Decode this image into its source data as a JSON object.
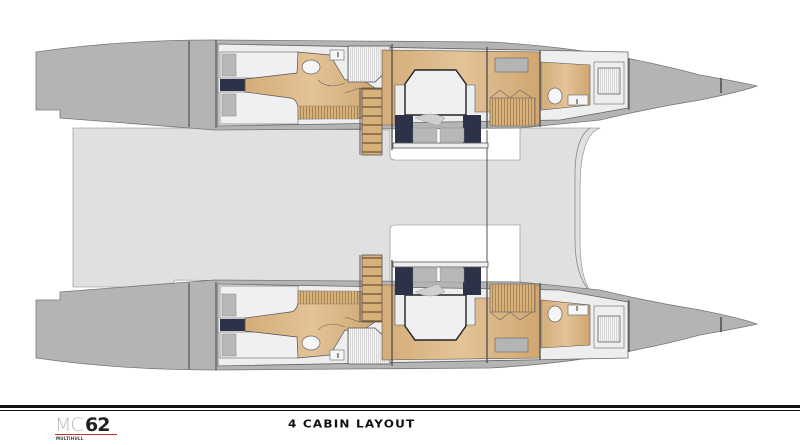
{
  "title": "4 CABIN LAYOUT",
  "logo": {
    "prefix": "MC",
    "number": "62",
    "subtitle": "MULTIHULL"
  },
  "diagram": {
    "type": "boat-interior-floor-plan",
    "hulls": [
      {
        "name": "upper hull",
        "position": "top"
      },
      {
        "name": "lower hull",
        "position": "bottom"
      }
    ],
    "elements_per_hull": [
      "aft cabin with twin berths",
      "head with toilet",
      "shower",
      "companionway stairs",
      "master cabin double berth",
      "hanging locker",
      "forward head with toilet and sink",
      "forward storage"
    ],
    "colors": {
      "hull_gray": "#b4b4b4",
      "deck_light": "#e2e2e2",
      "wood": "#d9b585",
      "berth_white": "#f0f0f2",
      "navy": "#2c3248",
      "pillow_gray": "#b8b8bb",
      "outline": "#555555"
    }
  }
}
